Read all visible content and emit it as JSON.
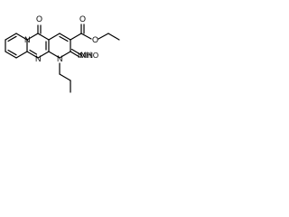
{
  "molecule": {
    "atoms": {
      "oxo_O": "O",
      "ester_O_carbonyl": "O",
      "ester_O_ether": "O",
      "bridge_N": "N",
      "ring_N": "N",
      "propyl_N": "N",
      "imino_NH": "NH",
      "imino_label": "IMINO"
    }
  },
  "colors": {
    "bond": "#000000",
    "background": "#ffffff"
  }
}
